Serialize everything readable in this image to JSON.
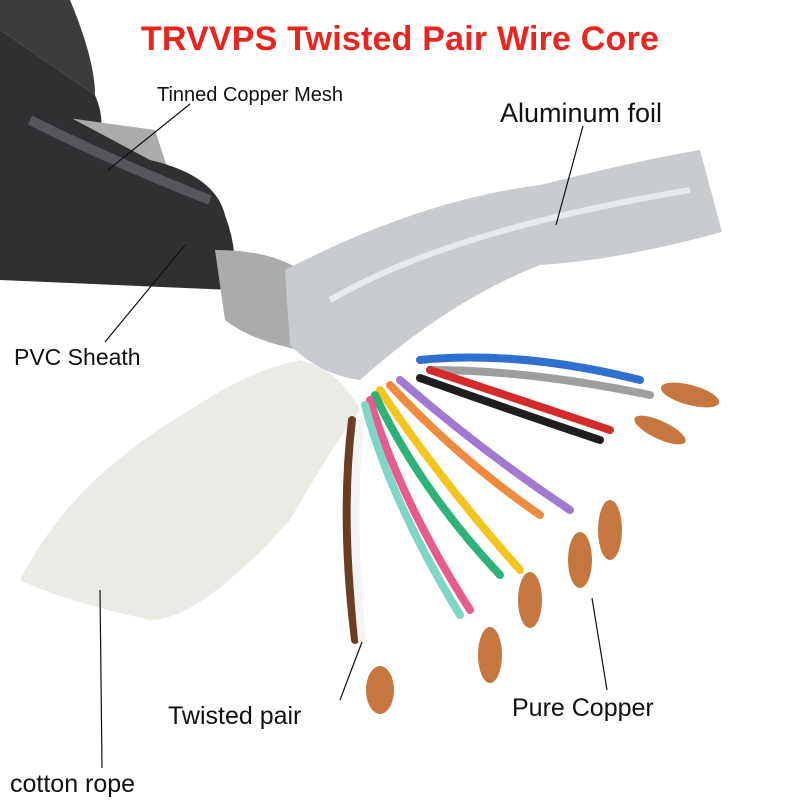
{
  "title": "TRVVPS Twisted Pair Wire Core",
  "labels": {
    "mesh": "Tinned Copper Mesh",
    "foil": "Aluminum foil",
    "sheath": "PVC  Sheath",
    "twisted": "Twisted pair",
    "copper": "Pure Copper",
    "cotton": "cotton rope"
  },
  "colors": {
    "title": "#e8251e",
    "sheath": "#2f3032",
    "mesh": "#a9aca8",
    "foil": "#c9ccce",
    "copper": "#c6763f",
    "cotton": "#ebebe6",
    "pairs": [
      "#2f6fd0",
      "#9e9e9e",
      "#d42a2a",
      "#1e1e1e",
      "#a07ad1",
      "#f08a3e",
      "#f5c51f",
      "#2fb27a",
      "#e85b8d",
      "#7fd6c4",
      "#6b3e24",
      "#f4f4f4"
    ]
  }
}
